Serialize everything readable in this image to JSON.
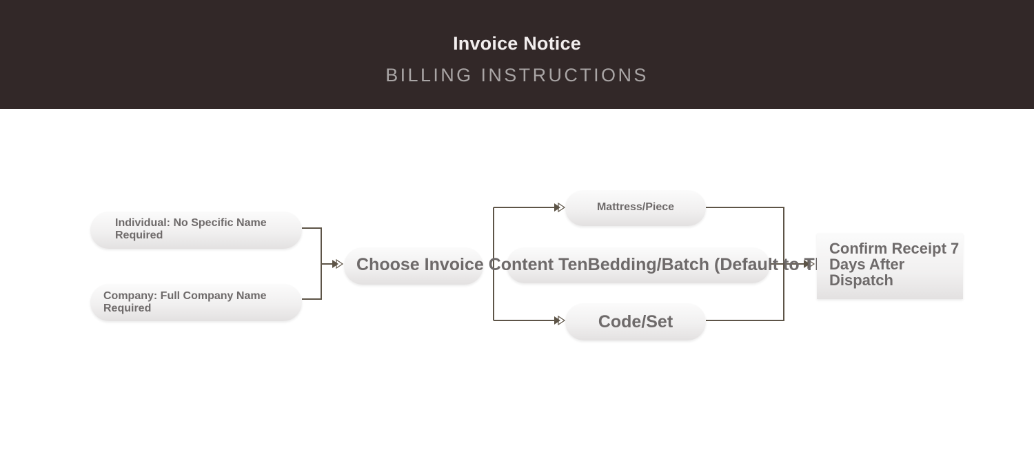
{
  "header": {
    "title": "Invoice Notice",
    "subtitle": "BILLING INSTRUCTIONS"
  },
  "flow": {
    "individual": "Individual: No Specific Name Required",
    "company": "Company: Full Company Name Required",
    "choose": "Choose Invoice Content TenBedding/Batch (Default to This Item)",
    "mattress": "Mattress/Piece",
    "code": "Code/Set",
    "confirm": "Confirm Receipt 7 Days After Dispatch"
  },
  "colors": {
    "header_bg": "#322828",
    "connector": "#5d5447",
    "node_text": "#6e6a6a"
  }
}
